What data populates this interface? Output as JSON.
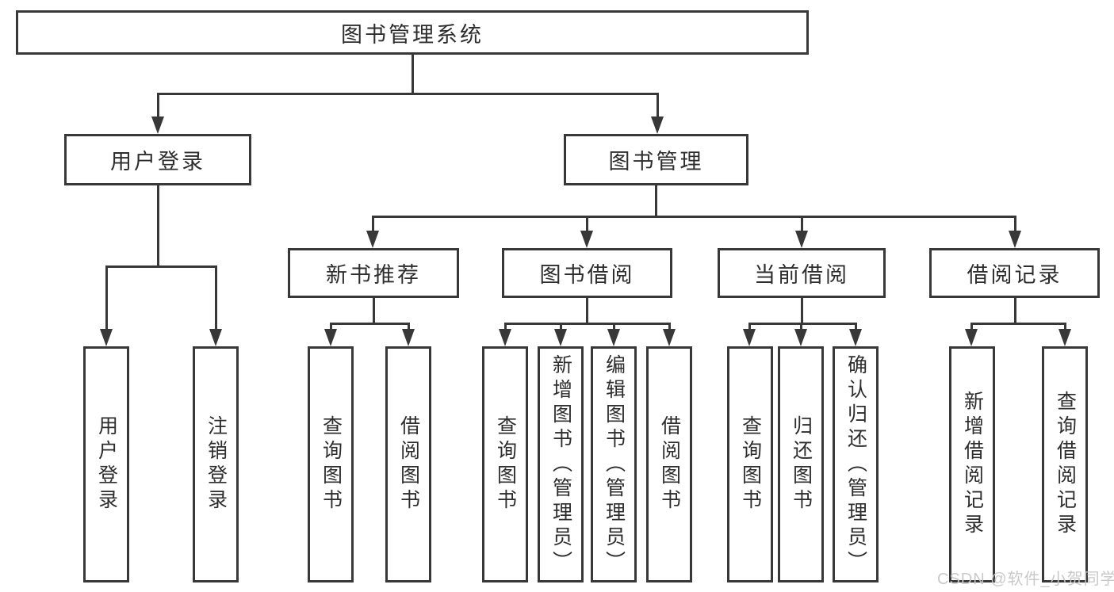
{
  "tree": {
    "root": {
      "label": "图书管理系统",
      "children": [
        {
          "label": "用户登录",
          "children": [
            {
              "label": "用户登录"
            },
            {
              "label": "注销登录"
            }
          ]
        },
        {
          "label": "图书管理",
          "children": [
            {
              "label": "新书推荐",
              "children": [
                {
                  "label": "查询图书"
                },
                {
                  "label": "借阅图书"
                }
              ]
            },
            {
              "label": "图书借阅",
              "children": [
                {
                  "label": "查询图书"
                },
                {
                  "label": "新增图书（管理员）"
                },
                {
                  "label": "编辑图书（管理员）"
                },
                {
                  "label": "借阅图书"
                }
              ]
            },
            {
              "label": "当前借阅",
              "children": [
                {
                  "label": "查询图书"
                },
                {
                  "label": "归还图书"
                },
                {
                  "label": "确认归还（管理员）"
                }
              ]
            },
            {
              "label": "借阅记录",
              "children": [
                {
                  "label": "新增借阅记录"
                },
                {
                  "label": "查询借阅记录"
                }
              ]
            }
          ]
        }
      ]
    }
  },
  "watermark": {
    "text": "CSDN @软件_小贺同学"
  },
  "colors": {
    "line": "#383838",
    "box_border": "#383838",
    "box_fill": "#ffffff",
    "label_text": "#2d2d2d",
    "watermark": "#c6c6c6",
    "background": "#ffffff"
  }
}
